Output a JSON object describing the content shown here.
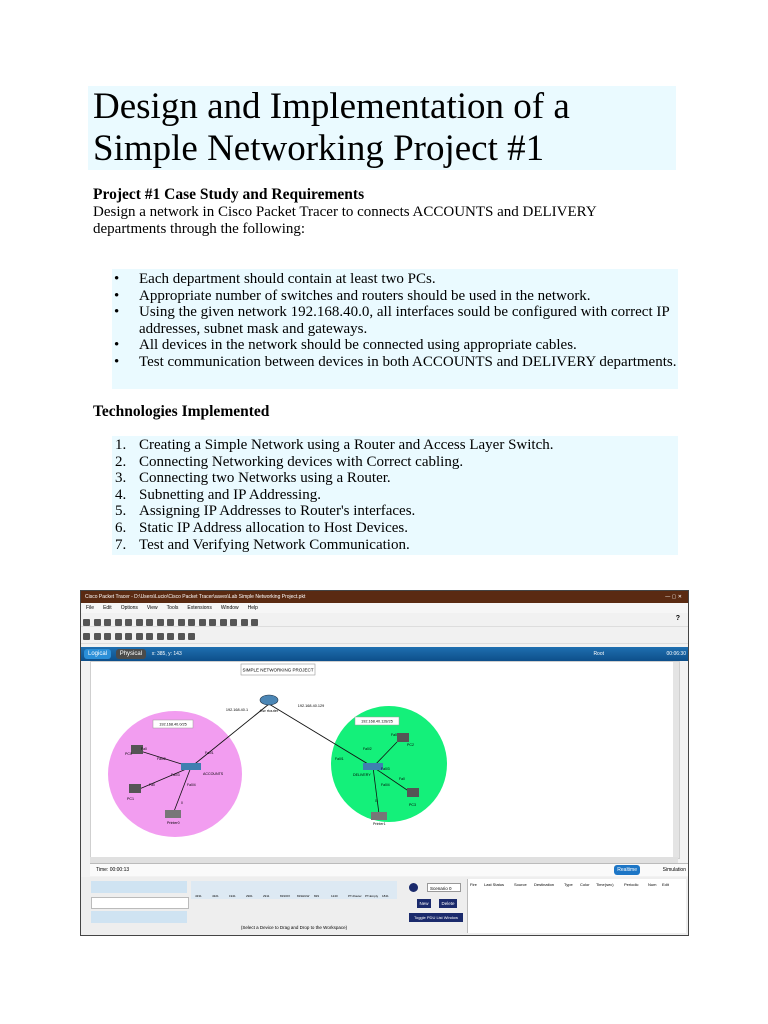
{
  "title": "Design and Implementation of a Simple Networking Project #1",
  "case_study": {
    "heading": "Project #1 Case Study and Requirements",
    "intro": "Design a network in Cisco Packet Tracer to connects ACCOUNTS and DELIVERY departments through the following:",
    "bullet_marker": "•",
    "bullets": [
      "Each department should contain at least two PCs.",
      "Appropriate number of switches and routers should be used in the network.",
      "Using the given network 192.168.40.0, all interfaces sould be configured with correct IP addresses, subnet mask and gateways.",
      "All devices in the network should be connected using appropriate cables.",
      "Test communication between devices in both ACCOUNTS and DELIVERY departments."
    ]
  },
  "technologies": {
    "heading": "Technologies Implemented",
    "items": [
      {
        "num": "1.",
        "text": "Creating a Simple Network using a Router and Access Layer Switch."
      },
      {
        "num": "2.",
        "text": "Connecting Networking devices with Correct cabling."
      },
      {
        "num": "3.",
        "text": "Connecting two Networks using a Router."
      },
      {
        "num": "4.",
        "text": "Subnetting and IP Addressing."
      },
      {
        "num": "5.",
        "text": "Assigning IP Addresses to Router's interfaces."
      },
      {
        "num": "6.",
        "text": "Static IP Address allocation to Host Devices."
      },
      {
        "num": "7.",
        "text": "Test and Verifying Network Communication."
      }
    ]
  },
  "screenshot": {
    "window_title": "Cisco Packet Tracer - D:\\Users\\Lucio\\Cisco Packet Tracer\\saves\\Lab Simple Networking Project.pkt",
    "menu": [
      "File",
      "Edit",
      "Options",
      "View",
      "Tools",
      "Extensions",
      "Window",
      "Help"
    ],
    "help_mark": "?",
    "tab_logical": "Logical",
    "tab_physical": "Physical",
    "coords": "x: 385, y: 143",
    "root_label": "Root",
    "time_label": "00:06:30",
    "diagram_title": "SIMPLE NETWORKING PROJECT",
    "router_label": "Gw rtouter",
    "left_net": "192.168.40.0/25",
    "right_net": "192.168.40.128/25",
    "left_gw_ip": "192.168.40.1",
    "right_gw_ip": "192.168.40.129",
    "left_switch": "ACCOUNTS",
    "right_switch": "DELIVERY",
    "left_devices": [
      "PC0",
      "PC1",
      "Printer0"
    ],
    "right_devices": [
      "PC2",
      "PC3",
      "Printer1"
    ],
    "left_ports": [
      "Fa0",
      "Fa0/2",
      "Fa0/1",
      "Fa0/3",
      "Fa0",
      "Fa0/4",
      "0"
    ],
    "right_ports": [
      "Fa0",
      "Fa0/2",
      "Fa0/1",
      "Fa0/3",
      "Fa0",
      "Fa0/4",
      "0"
    ],
    "time_bar": "Time: 00:00:13",
    "realtime": "Realtime",
    "simulation": "Simulation",
    "scenario": "Scenario 0",
    "new_btn": "New",
    "delete_btn": "Delete",
    "toggle_btn": "Toggle PDU List Window",
    "pdu_columns": [
      "Fire",
      "Last Status",
      "Source",
      "Destination",
      "Type",
      "Color",
      "Time(sec)",
      "Periodic",
      "Num",
      "Edit"
    ],
    "device_models": [
      "4331",
      "4321",
      "1941",
      "2901",
      "2911",
      "819IOX",
      "819HGW",
      "829",
      "1240",
      "PT-Router",
      "PT-Empty",
      "1841"
    ],
    "device_hint": "(Select a Device to Drag and Drop to the Workspace)"
  }
}
